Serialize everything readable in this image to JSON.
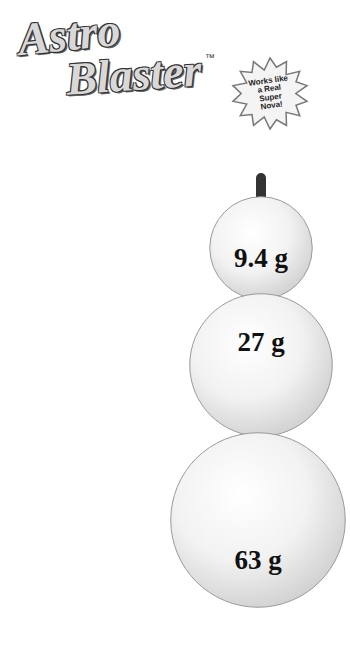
{
  "diagram": {
    "nodes": [
      {
        "text": [
          "Works like a Real Super Nova!"
        ]
      },
      {
        "text": [
          "9.4 g"
        ]
      },
      {
        "text": [
          "27 g"
        ]
      },
      {
        "text": [
          "63 g"
        ]
      }
    ],
    "labels": [
      "Astro",
      "Blaster",
      "™"
    ]
  }
}
